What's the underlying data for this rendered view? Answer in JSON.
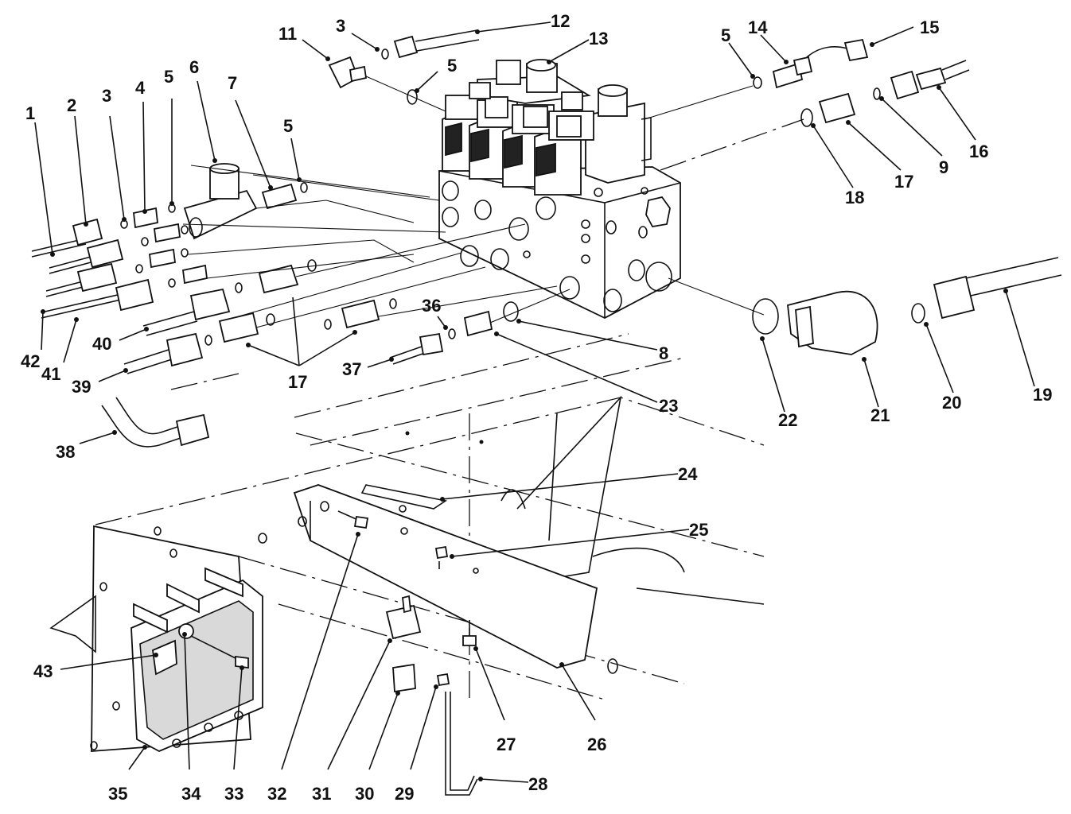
{
  "diagram": {
    "callouts": [
      {
        "id": "c1",
        "label": "1"
      },
      {
        "id": "c2",
        "label": "2"
      },
      {
        "id": "c3a",
        "label": "3"
      },
      {
        "id": "c4",
        "label": "4"
      },
      {
        "id": "c5a",
        "label": "5"
      },
      {
        "id": "c6",
        "label": "6"
      },
      {
        "id": "c7",
        "label": "7"
      },
      {
        "id": "c5b",
        "label": "5"
      },
      {
        "id": "c11",
        "label": "11"
      },
      {
        "id": "c3b",
        "label": "3"
      },
      {
        "id": "c12",
        "label": "12"
      },
      {
        "id": "c5c",
        "label": "5"
      },
      {
        "id": "c13",
        "label": "13"
      },
      {
        "id": "c5d",
        "label": "5"
      },
      {
        "id": "c14",
        "label": "14"
      },
      {
        "id": "c15",
        "label": "15"
      },
      {
        "id": "c16",
        "label": "16"
      },
      {
        "id": "c9",
        "label": "9"
      },
      {
        "id": "c17a",
        "label": "17"
      },
      {
        "id": "c18",
        "label": "18"
      },
      {
        "id": "c42",
        "label": "42"
      },
      {
        "id": "c41",
        "label": "41"
      },
      {
        "id": "c40",
        "label": "40"
      },
      {
        "id": "c39",
        "label": "39"
      },
      {
        "id": "c17b",
        "label": "17"
      },
      {
        "id": "c36",
        "label": "36"
      },
      {
        "id": "c37",
        "label": "37"
      },
      {
        "id": "c8",
        "label": "8"
      },
      {
        "id": "c23",
        "label": "23"
      },
      {
        "id": "c22",
        "label": "22"
      },
      {
        "id": "c21",
        "label": "21"
      },
      {
        "id": "c20",
        "label": "20"
      },
      {
        "id": "c19",
        "label": "19"
      },
      {
        "id": "c38",
        "label": "38"
      },
      {
        "id": "c24",
        "label": "24"
      },
      {
        "id": "c25",
        "label": "25"
      },
      {
        "id": "c43",
        "label": "43"
      },
      {
        "id": "c35",
        "label": "35"
      },
      {
        "id": "c34",
        "label": "34"
      },
      {
        "id": "c33",
        "label": "33"
      },
      {
        "id": "c32",
        "label": "32"
      },
      {
        "id": "c31",
        "label": "31"
      },
      {
        "id": "c30",
        "label": "30"
      },
      {
        "id": "c29",
        "label": "29"
      },
      {
        "id": "c28",
        "label": "28"
      },
      {
        "id": "c27",
        "label": "27"
      },
      {
        "id": "c26",
        "label": "26"
      }
    ]
  }
}
